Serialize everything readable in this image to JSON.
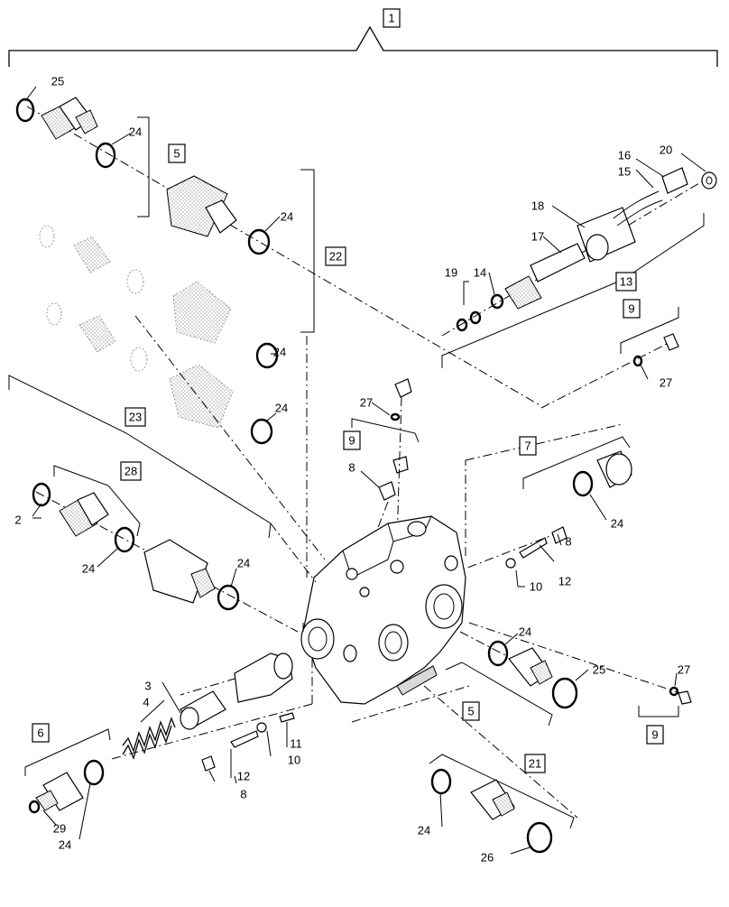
{
  "diagram": {
    "callouts": [
      {
        "id": "c1",
        "label": "1",
        "boxed": true
      },
      {
        "id": "c25a",
        "label": "25",
        "boxed": false
      },
      {
        "id": "c24a",
        "label": "24",
        "boxed": false
      },
      {
        "id": "c5a",
        "label": "5",
        "boxed": true
      },
      {
        "id": "c24b",
        "label": "24",
        "boxed": false
      },
      {
        "id": "c22",
        "label": "22",
        "boxed": true
      },
      {
        "id": "c24c",
        "label": "24",
        "boxed": false
      },
      {
        "id": "c24d",
        "label": "24",
        "boxed": false
      },
      {
        "id": "c23",
        "label": "23",
        "boxed": true
      },
      {
        "id": "c28",
        "label": "28",
        "boxed": true
      },
      {
        "id": "c2",
        "label": "2",
        "boxed": false
      },
      {
        "id": "c24e",
        "label": "24",
        "boxed": false
      },
      {
        "id": "c24f",
        "label": "24",
        "boxed": false
      },
      {
        "id": "c16",
        "label": "16",
        "boxed": false
      },
      {
        "id": "c20",
        "label": "20",
        "boxed": false
      },
      {
        "id": "c15",
        "label": "15",
        "boxed": false
      },
      {
        "id": "c18",
        "label": "18",
        "boxed": false
      },
      {
        "id": "c17",
        "label": "17",
        "boxed": false
      },
      {
        "id": "c19",
        "label": "19",
        "boxed": false
      },
      {
        "id": "c14",
        "label": "14",
        "boxed": false
      },
      {
        "id": "c13",
        "label": "13",
        "boxed": true
      },
      {
        "id": "c9a",
        "label": "9",
        "boxed": true
      },
      {
        "id": "c27a",
        "label": "27",
        "boxed": false
      },
      {
        "id": "c27b",
        "label": "27",
        "boxed": false
      },
      {
        "id": "c9b",
        "label": "9",
        "boxed": true
      },
      {
        "id": "c8a",
        "label": "8",
        "boxed": false
      },
      {
        "id": "c7",
        "label": "7",
        "boxed": true
      },
      {
        "id": "c24g",
        "label": "24",
        "boxed": false
      },
      {
        "id": "c8b",
        "label": "8",
        "boxed": false
      },
      {
        "id": "c12a",
        "label": "12",
        "boxed": false
      },
      {
        "id": "c10a",
        "label": "10",
        "boxed": false
      },
      {
        "id": "c24h",
        "label": "24",
        "boxed": false
      },
      {
        "id": "c25b",
        "label": "25",
        "boxed": false
      },
      {
        "id": "c27c",
        "label": "27",
        "boxed": false
      },
      {
        "id": "c5b",
        "label": "5",
        "boxed": true
      },
      {
        "id": "c9c",
        "label": "9",
        "boxed": true
      },
      {
        "id": "c3",
        "label": "3",
        "boxed": false
      },
      {
        "id": "c4",
        "label": "4",
        "boxed": false
      },
      {
        "id": "c11",
        "label": "11",
        "boxed": false
      },
      {
        "id": "c10b",
        "label": "10",
        "boxed": false
      },
      {
        "id": "c6",
        "label": "6",
        "boxed": true
      },
      {
        "id": "c12b",
        "label": "12",
        "boxed": false
      },
      {
        "id": "c8c",
        "label": "8",
        "boxed": false
      },
      {
        "id": "c21",
        "label": "21",
        "boxed": true
      },
      {
        "id": "c29",
        "label": "29",
        "boxed": false
      },
      {
        "id": "c24i",
        "label": "24",
        "boxed": false
      },
      {
        "id": "c24j",
        "label": "24",
        "boxed": false
      },
      {
        "id": "c26",
        "label": "26",
        "boxed": false
      }
    ]
  }
}
